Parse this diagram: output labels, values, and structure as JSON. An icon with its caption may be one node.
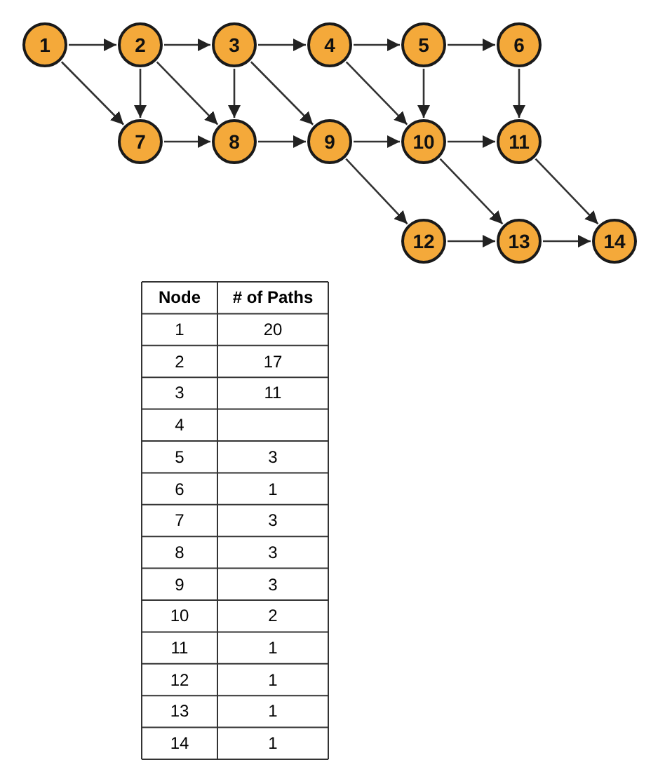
{
  "diagram": {
    "nodes": [
      {
        "text": [
          "1"
        ]
      },
      {
        "text": [
          "2"
        ]
      },
      {
        "text": [
          "3"
        ]
      },
      {
        "text": [
          "4"
        ]
      },
      {
        "text": [
          "5"
        ]
      },
      {
        "text": [
          "6"
        ]
      },
      {
        "text": [
          "7"
        ]
      },
      {
        "text": [
          "8"
        ]
      },
      {
        "text": [
          "9"
        ]
      },
      {
        "text": [
          "10"
        ]
      },
      {
        "text": [
          "11"
        ]
      },
      {
        "text": [
          "12"
        ]
      },
      {
        "text": [
          "13"
        ]
      },
      {
        "text": [
          "14"
        ]
      }
    ],
    "edges": [
      {
        "from": 0,
        "to": 1,
        "arrow": "to"
      },
      {
        "from": 1,
        "to": 2,
        "arrow": "to"
      },
      {
        "from": 2,
        "to": 3,
        "arrow": "to"
      },
      {
        "from": 3,
        "to": 4,
        "arrow": "to"
      },
      {
        "from": 4,
        "to": 5,
        "arrow": "to"
      },
      {
        "from": 0,
        "to": 6,
        "arrow": "to"
      },
      {
        "from": 1,
        "to": 6,
        "arrow": "to"
      },
      {
        "from": 1,
        "to": 7,
        "arrow": "to"
      },
      {
        "from": 2,
        "to": 7,
        "arrow": "to"
      },
      {
        "from": 2,
        "to": 8,
        "arrow": "to"
      },
      {
        "from": 3,
        "to": 9,
        "arrow": "to"
      },
      {
        "from": 4,
        "to": 9,
        "arrow": "to"
      },
      {
        "from": 5,
        "to": 10,
        "arrow": "to"
      },
      {
        "from": 6,
        "to": 7,
        "arrow": "to"
      },
      {
        "from": 7,
        "to": 8,
        "arrow": "to"
      },
      {
        "from": 8,
        "to": 9,
        "arrow": "to"
      },
      {
        "from": 9,
        "to": 10,
        "arrow": "to"
      },
      {
        "from": 8,
        "to": 11,
        "arrow": "to"
      },
      {
        "from": 9,
        "to": 12,
        "arrow": "to"
      },
      {
        "from": 10,
        "to": 13,
        "arrow": "to"
      },
      {
        "from": 11,
        "to": 12,
        "arrow": "to"
      },
      {
        "from": 12,
        "to": 13,
        "arrow": "to"
      }
    ],
    "labels": [
      "Node",
      "# of Paths",
      "1",
      "20",
      "2",
      "17",
      "3",
      "11",
      "4",
      "5",
      "3",
      "6",
      "1",
      "7",
      "3",
      "8",
      "3",
      "9",
      "3",
      "10",
      "2",
      "11",
      "1",
      "12",
      "1",
      "13",
      "1",
      "14",
      "1"
    ]
  }
}
